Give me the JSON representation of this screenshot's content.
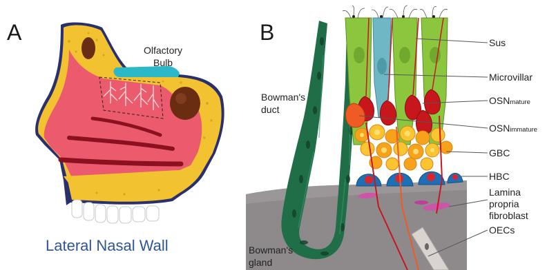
{
  "panel_a": {
    "letter": "A",
    "olfactory_bulb_line1": "Olfactory",
    "olfactory_bulb_line2": "Bulb",
    "caption": "Lateral Nasal Wall"
  },
  "panel_b": {
    "letter": "B",
    "bowmans_duct_line1": "Bowman's",
    "bowmans_duct_line2": "duct",
    "bowmans_gland_line1": "Bowman's",
    "bowmans_gland_line2": "gland",
    "labels": {
      "sus": "Sus",
      "microvillar": "Microvillar",
      "osn_mature_main": "OSN",
      "osn_mature_sub": "mature",
      "osn_immature_main": "OSN",
      "osn_immature_sub": "immature",
      "gbc": "GBC",
      "hbc": "HBC",
      "lamina_line1": "Lamina",
      "lamina_line2": "propria",
      "lamina_line3": "fibroblast",
      "oecs": "OECs"
    }
  },
  "colors": {
    "nasal_pink": "#ec5a6e",
    "bone_yellow": "#f2c230",
    "sinus_brown": "#6b2d12",
    "bulb_cyan": "#2bb8c8",
    "outline_navy": "#2a2f6e",
    "duct_green": "#1f6e47",
    "sus_green": "#8cc63f",
    "microvillar_blue": "#6fb7c4",
    "osn_red": "#c8161d",
    "gbc_orange": "#f6a21a",
    "hbc_blue": "#1f6fb5",
    "lamina_gray": "#8e8a8c"
  }
}
